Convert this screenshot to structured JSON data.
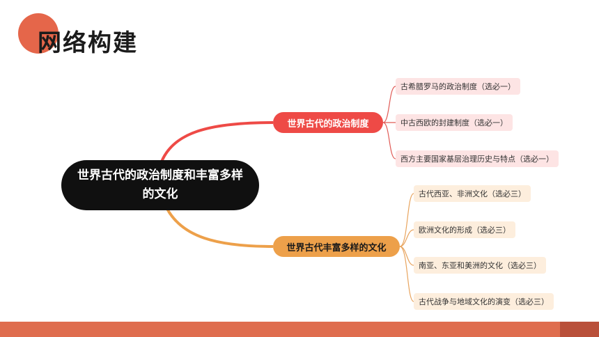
{
  "header": {
    "title": "网络构建"
  },
  "mindmap": {
    "root": "世界古代的政治制度和丰富多样的文化",
    "branches": [
      {
        "label": "世界古代的政治制度",
        "color": "#ee4a46",
        "items": [
          "古希腊罗马的政治制度（选必一）",
          "中古西欧的封建制度（选必一）",
          "西方主要国家基层治理历史与特点（选必一）"
        ]
      },
      {
        "label": "世界古代丰富多样的文化",
        "color": "#eda04a",
        "items": [
          "古代西亚、非洲文化（选必三）",
          "欧洲文化的形成（选必三）",
          "南亚、东亚和美洲的文化（选必三）",
          "古代战争与地域文化的演变（选必三）"
        ]
      }
    ]
  },
  "colors": {
    "accent": "#e5664a",
    "red_branch": "#ee4a46",
    "orange_branch": "#eda04a",
    "root_bg": "#101010"
  }
}
